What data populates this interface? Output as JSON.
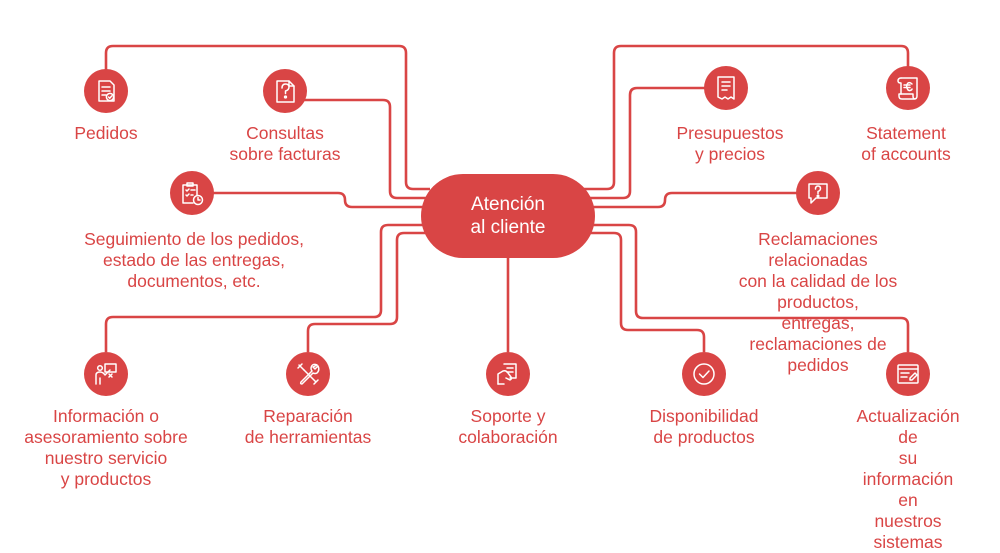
{
  "colors": {
    "accent": "#d94545",
    "icon_stroke": "#ffffff",
    "background": "#ffffff"
  },
  "center": {
    "label": "Atención\nal cliente"
  },
  "nodes": [
    {
      "id": "pedidos",
      "label": "Pedidos",
      "icon": "document-check-icon"
    },
    {
      "id": "consultas",
      "label": "Consultas\nsobre facturas",
      "icon": "document-question-icon"
    },
    {
      "id": "seguimiento",
      "label": "Seguimiento de los pedidos,\nestado de las entregas,\ndocumentos, etc.",
      "icon": "clipboard-clock-icon"
    },
    {
      "id": "informacion",
      "label": "Información o\nasesoramiento sobre\nnuestro servicio\ny productos",
      "icon": "person-presentation-icon"
    },
    {
      "id": "reparacion",
      "label": "Reparación\nde herramientas",
      "icon": "wrench-screwdriver-icon"
    },
    {
      "id": "soporte",
      "label": "Soporte y\ncolaboración",
      "icon": "hand-document-icon"
    },
    {
      "id": "disponibilidad",
      "label": "Disponibilidad\nde productos",
      "icon": "check-circle-icon"
    },
    {
      "id": "actualizacion",
      "label": "Actualización de\nsu información en\nnuestros sistemas",
      "icon": "window-edit-icon"
    },
    {
      "id": "reclamaciones",
      "label": "Reclamaciones relacionadas\ncon la calidad de los productos,\nentregas, reclamaciones de pedidos",
      "icon": "chat-question-icon"
    },
    {
      "id": "presupuestos",
      "label": "Presupuestos\ny precios",
      "icon": "receipt-icon"
    },
    {
      "id": "statement",
      "label": "Statement\nof accounts",
      "icon": "scroll-currency-icon"
    }
  ]
}
